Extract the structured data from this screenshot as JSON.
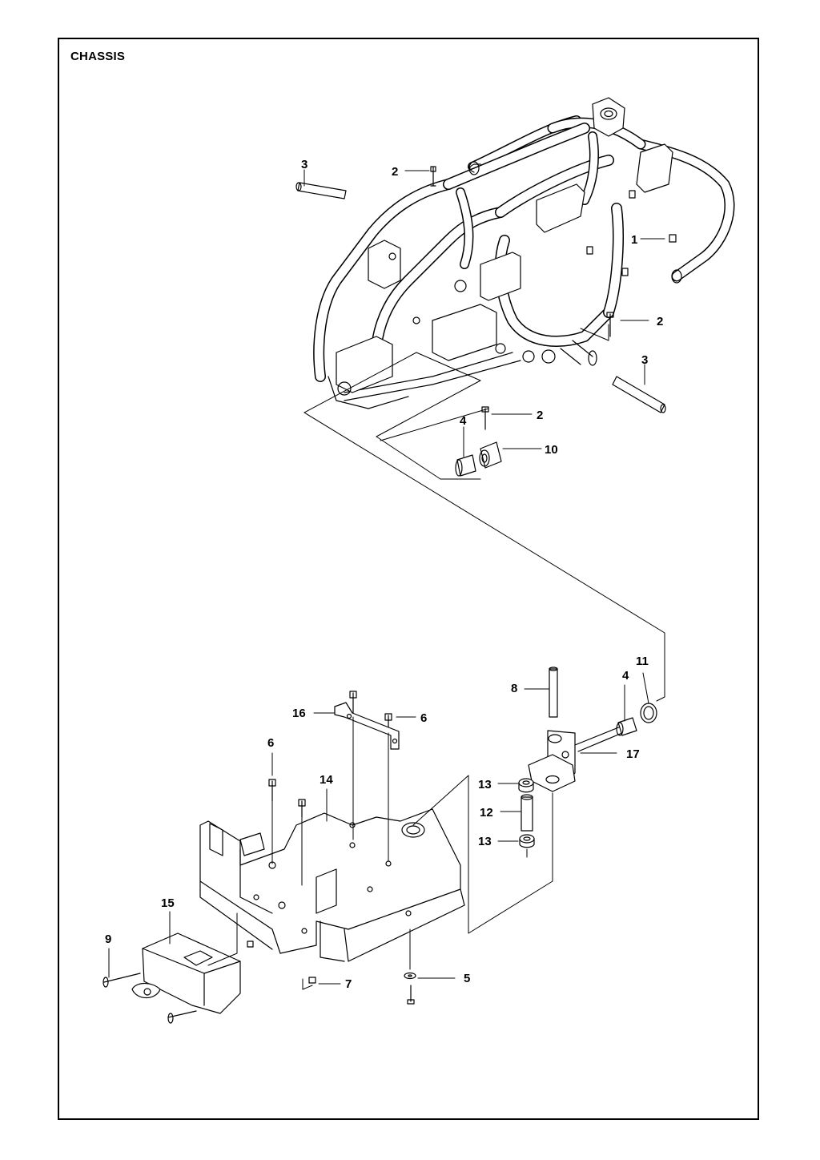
{
  "title": "CHASSIS",
  "callouts": [
    {
      "id": "c3a",
      "label": "3"
    },
    {
      "id": "c2a",
      "label": "2"
    },
    {
      "id": "c1",
      "label": "1"
    },
    {
      "id": "c2b",
      "label": "2"
    },
    {
      "id": "c3b",
      "label": "3"
    },
    {
      "id": "c2c",
      "label": "2"
    },
    {
      "id": "c4a",
      "label": "4"
    },
    {
      "id": "c10",
      "label": "10"
    },
    {
      "id": "c11",
      "label": "11"
    },
    {
      "id": "c8",
      "label": "8"
    },
    {
      "id": "c4b",
      "label": "4"
    },
    {
      "id": "c17",
      "label": "17"
    },
    {
      "id": "c16",
      "label": "16"
    },
    {
      "id": "c6a",
      "label": "6"
    },
    {
      "id": "c6b",
      "label": "6"
    },
    {
      "id": "c14",
      "label": "14"
    },
    {
      "id": "c13a",
      "label": "13"
    },
    {
      "id": "c12",
      "label": "12"
    },
    {
      "id": "c13b",
      "label": "13"
    },
    {
      "id": "c15",
      "label": "15"
    },
    {
      "id": "c9",
      "label": "9"
    },
    {
      "id": "c7",
      "label": "7"
    },
    {
      "id": "c5",
      "label": "5"
    }
  ]
}
